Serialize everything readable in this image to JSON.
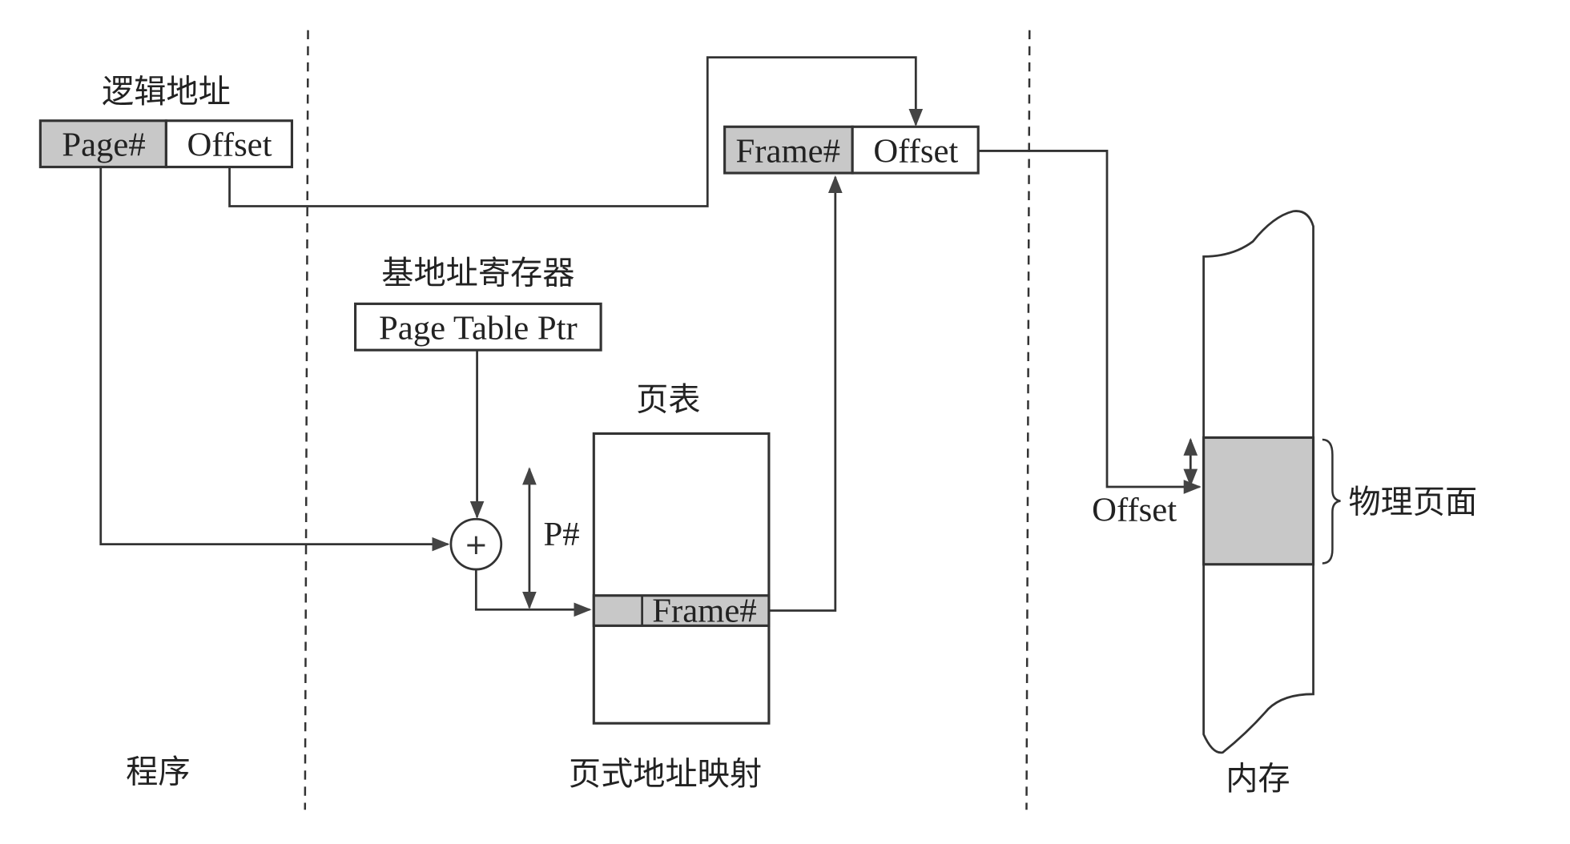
{
  "colors": {
    "shade": "#c8c8c8",
    "line": "#333333",
    "text": "#222222",
    "background": "#ffffff"
  },
  "logical_address": {
    "title": "逻辑地址",
    "page_field": "Page#",
    "offset_field": "Offset"
  },
  "physical_address": {
    "frame_field": "Frame#",
    "offset_field": "Offset"
  },
  "base_register": {
    "title": "基地址寄存器",
    "value": "Page Table Ptr"
  },
  "adder": {
    "symbol": "+"
  },
  "page_table": {
    "title": "页表",
    "index_label": "P#",
    "entry_label": "Frame#"
  },
  "memory": {
    "offset_label": "Offset",
    "page_label": "物理页面",
    "title": "内存"
  },
  "sections": {
    "program": "程序",
    "mapping": "页式地址映射"
  }
}
